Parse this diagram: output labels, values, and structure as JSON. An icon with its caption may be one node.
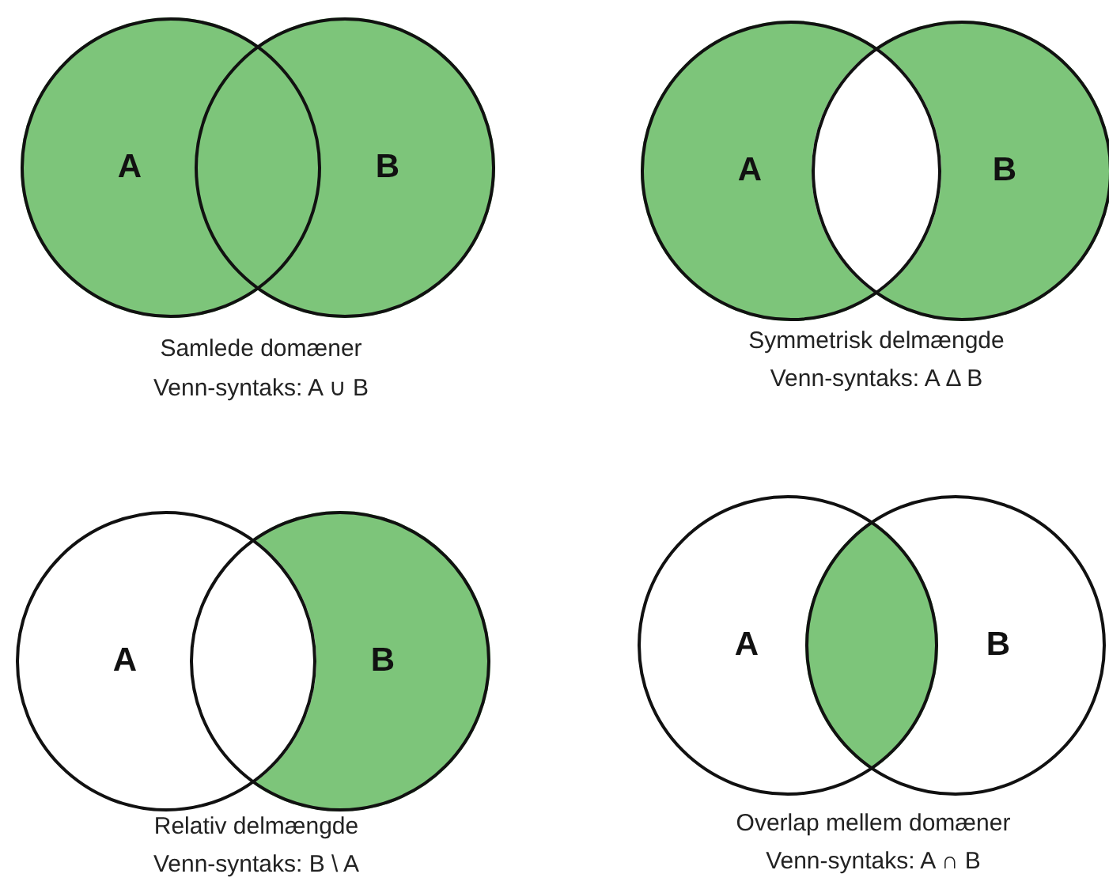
{
  "diagram": {
    "nodes": [
      {
        "text": [
          "A"
        ]
      },
      {
        "text": [
          "B"
        ]
      },
      {
        "text": [
          "A"
        ]
      },
      {
        "text": [
          "B"
        ]
      },
      {
        "text": [
          "A"
        ]
      },
      {
        "text": [
          "B"
        ]
      },
      {
        "text": [
          "A"
        ]
      },
      {
        "text": [
          "B"
        ]
      }
    ],
    "labels": [
      "Samlede domæner",
      "Venn-syntaks: A ∪ B",
      "Symmetrisk delmængde",
      "Venn-syntaks: A Δ B",
      "Relativ delmængde",
      "Venn-syntaks: B \\ A",
      "Overlap mellem domæner",
      "Venn-syntaks: A ∩ B"
    ]
  }
}
